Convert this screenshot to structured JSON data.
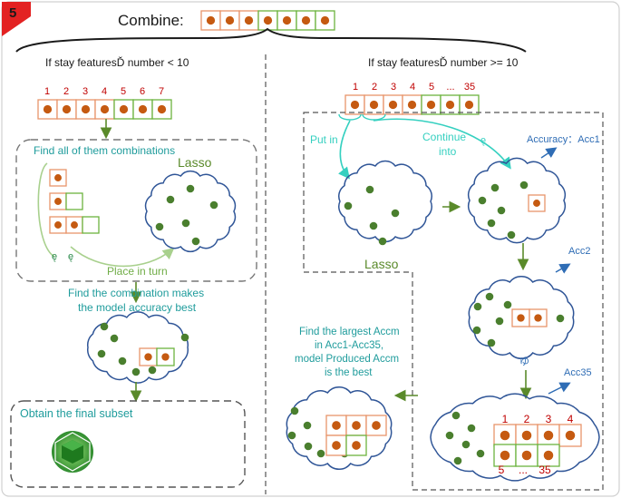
{
  "badge": "5",
  "combine_label": "Combine:",
  "left": {
    "condition": "If stay featuresĎ  number < 10",
    "indices": [
      "1",
      "2",
      "3",
      "4",
      "5",
      "6",
      "7"
    ],
    "find_all": "Find all of them combinations",
    "lasso": "Lasso",
    "ellipsis_marks": [
      "ę",
      "ę"
    ],
    "place_in_turn": "Place in turn",
    "find_best_line1": "Find the combination makes",
    "find_best_line2": "the model accuracy best",
    "final_subset": "Obtain the final subset"
  },
  "right": {
    "condition": "If stay featuresĎ  number >= 10",
    "indices": [
      "1",
      "2",
      "3",
      "4",
      "5",
      "...",
      "35"
    ],
    "put_in": "Put in",
    "continue_line1": "Continue",
    "continue_line2": "into",
    "continue_mark": "ę",
    "acc1": "Accuracy：Acc1",
    "acc2": "Acc2",
    "acc35": "Acc35",
    "lasso": "Lasso",
    "dots_mark": "ゆ",
    "find_largest_line1": "Find the largest Accm",
    "find_largest_line2": "in Acc1-Acc35,",
    "find_largest_line3": "model Produced Accm",
    "find_largest_line4": "is the best",
    "grid_top_indices": [
      "1",
      "2",
      "3",
      "4"
    ],
    "grid_bottom_indices": [
      "5",
      "...",
      "35"
    ]
  },
  "colors": {
    "orange_border": "#e8956b",
    "green_border": "#6cb33f",
    "dot": "#c55a11",
    "green_dot": "#4a7f2e",
    "index_red": "#c00000",
    "teal": "#1f9c9c",
    "cyan_arrow": "#35d0c0",
    "blue_text": "#2f6db5",
    "olive_arrow": "#5a8a2a"
  }
}
